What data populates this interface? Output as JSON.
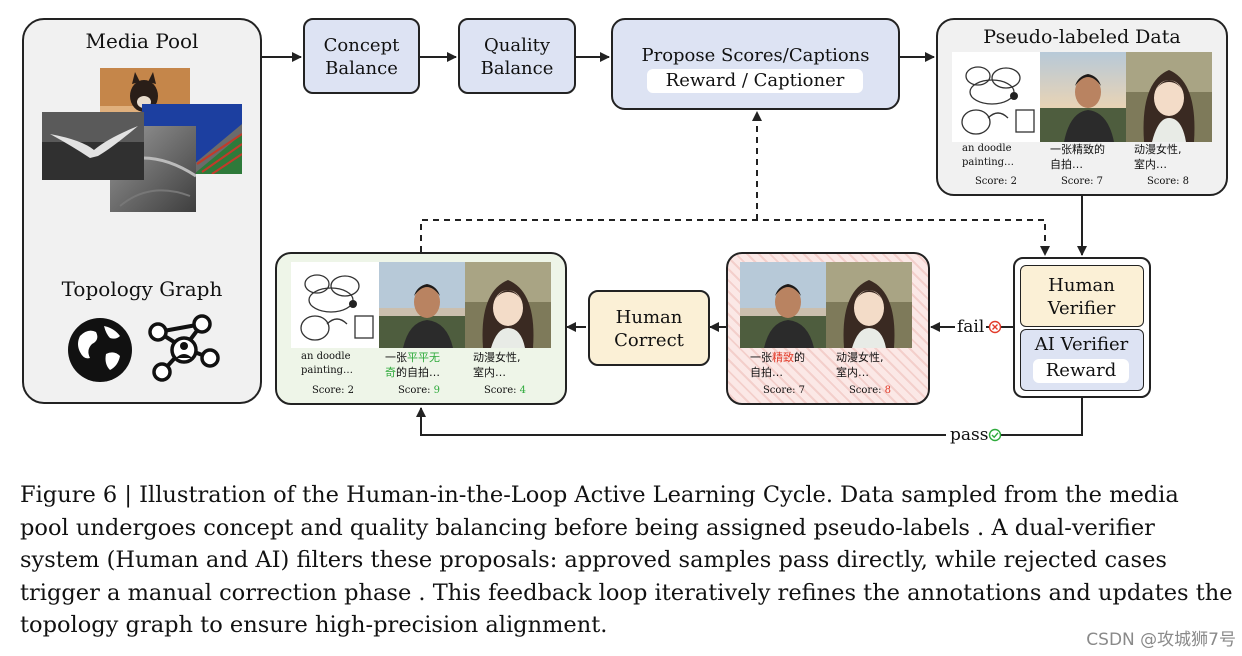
{
  "nodes": {
    "media_pool": "Media Pool",
    "topology_graph": "Topology Graph",
    "concept_balance": [
      "Concept",
      "Balance"
    ],
    "quality_balance": [
      "Quality",
      "Balance"
    ],
    "propose": {
      "title": "Propose Scores/Captions",
      "sub": "Reward / Captioner"
    },
    "pseudo_labeled": "Pseudo-labeled Data",
    "human_verifier": [
      "Human",
      "Verifier"
    ],
    "ai_verifier": {
      "title": "AI Verifier",
      "sub": "Reward"
    },
    "human_correct": [
      "Human",
      "Correct"
    ]
  },
  "edges": {
    "fail": "fail",
    "pass": "pass"
  },
  "pseudo_samples": [
    {
      "caption": [
        "an doodle",
        "painting…"
      ],
      "score": "Score: 2"
    },
    {
      "caption": [
        "一张精致的",
        "自拍…"
      ],
      "score": "Score: 7"
    },
    {
      "caption": [
        "动漫女性,",
        "室内…"
      ],
      "score": "Score: 8"
    }
  ],
  "failed_samples": [
    {
      "caption_pre": "一张",
      "caption_hl": "精致",
      "caption_post": "的",
      "caption_line2": "自拍…",
      "score_label": "Score: ",
      "score_value": "7"
    },
    {
      "caption": [
        "动漫女性,",
        "室内…"
      ],
      "score_label": "Score: ",
      "score_value": "8"
    }
  ],
  "corrected_samples": [
    {
      "caption": [
        "an doodle",
        "painting…"
      ],
      "score_label": "Score: ",
      "score_value": "2"
    },
    {
      "caption_pre": "一张",
      "caption_hl": "平平无",
      "caption_hl2": "奇",
      "caption_post": "的自拍…",
      "score_label": "Score: ",
      "score_value": "9"
    },
    {
      "caption": [
        "动漫女性,",
        "室内…"
      ],
      "score_label": "Score: ",
      "score_value": "4"
    }
  ],
  "caption_lines": [
    "Figure 6 | Illustration of the Human-in-the-Loop Active Learning Cycle. Data sampled from the media",
    "pool undergoes concept and quality balancing before being assigned pseudo-labels .  A dual-verifier",
    "system (Human and AI) filters these proposals: approved samples pass directly, while rejected cases",
    "trigger a manual correction phase . This feedback loop iteratively refines the annotations and updates the",
    "topology graph to ensure high-precision alignment."
  ],
  "watermark": "CSDN @攻城狮7号",
  "colors": {
    "node_blue": "#dde3f3",
    "node_cream": "#fbf0d6",
    "pass_green": "#2faa3c",
    "fail_red": "#e23b2a"
  }
}
